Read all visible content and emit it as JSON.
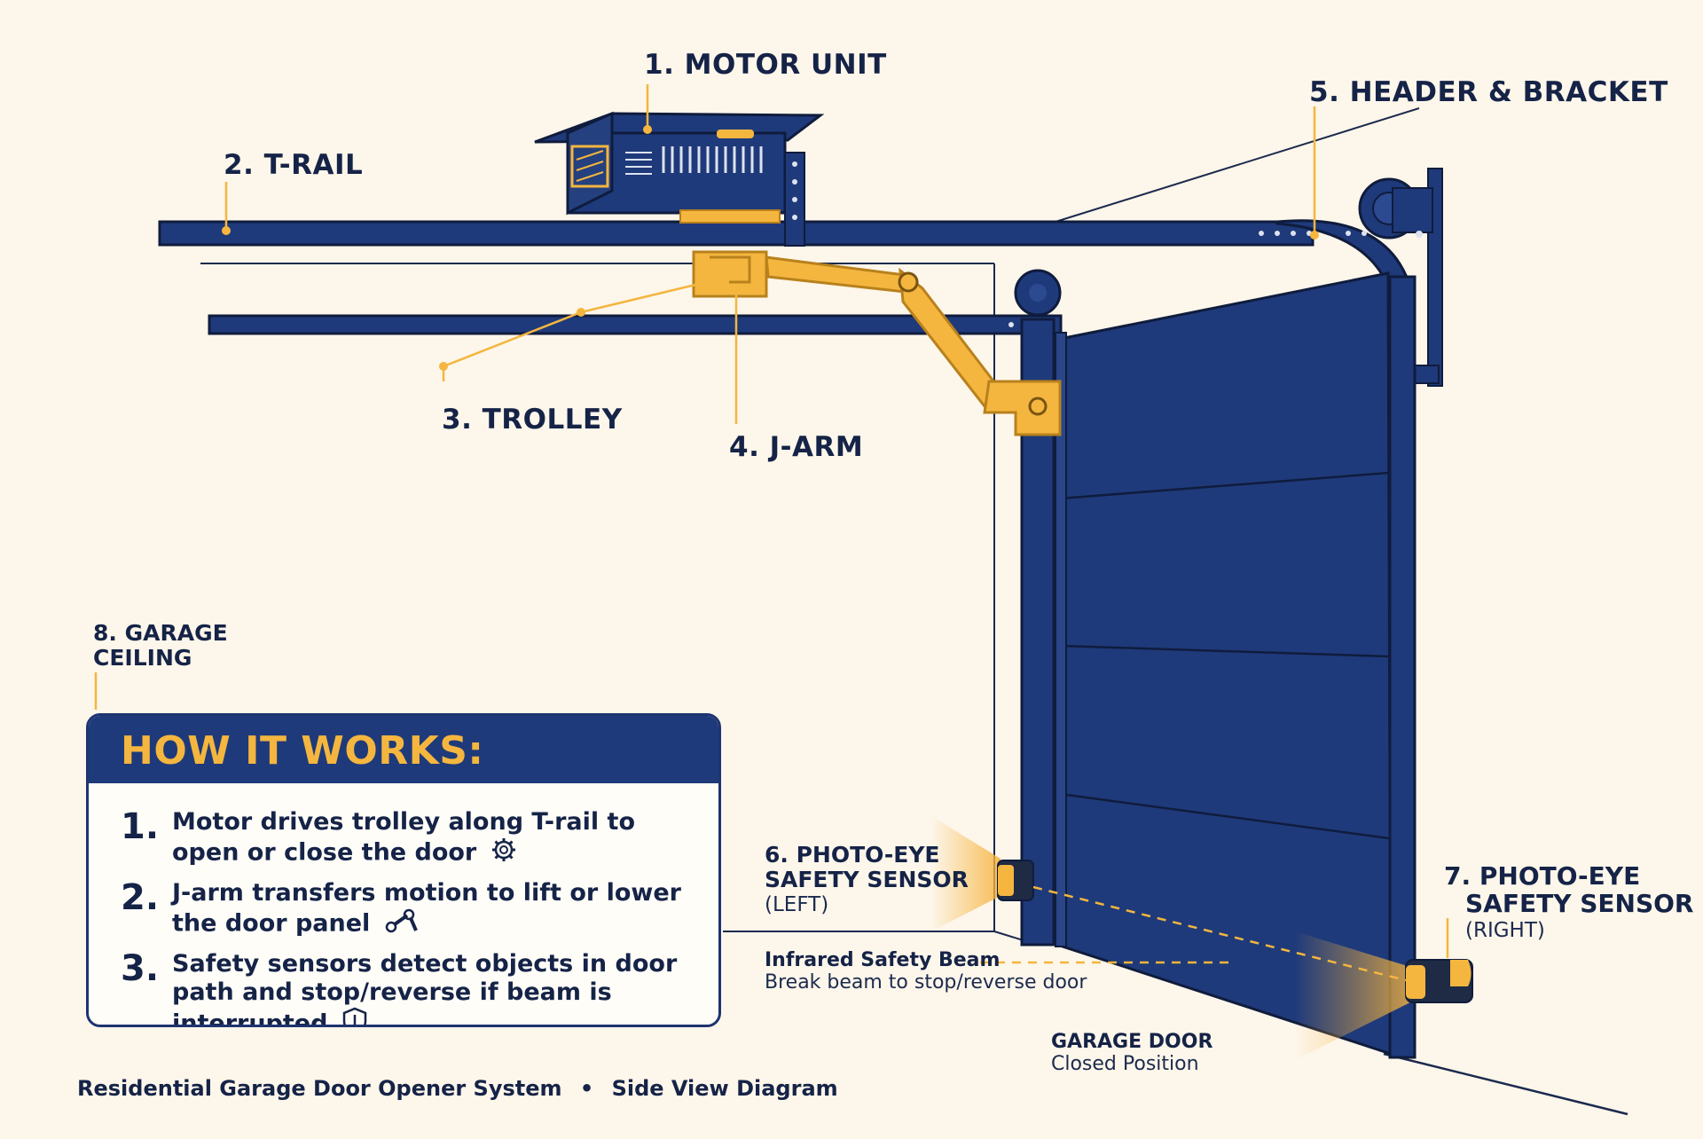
{
  "labels": {
    "motor": "1. MOTOR UNIT",
    "trail": "2. T-RAIL",
    "trolley": "3. TROLLEY",
    "jarm": "4. J-ARM",
    "header": "5. HEADER & BRACKET",
    "sensor_left": [
      "6. PHOTO-EYE",
      "SAFETY SENSOR",
      "(LEFT)"
    ],
    "sensor_right": [
      "7. PHOTO-EYE",
      "SAFETY SENSOR",
      "(RIGHT)"
    ],
    "ceiling": [
      "8. GARAGE",
      "CEILING"
    ],
    "beam_title": "Infrared Safety Beam",
    "beam_sub": "Break beam to stop/reverse door",
    "door_title": "GARAGE DOOR",
    "door_sub": "Closed Position"
  },
  "how": {
    "title": "HOW IT WORKS:",
    "steps": [
      {
        "num": "1.",
        "text": "Motor drives trolley along T-rail to open or close the door",
        "icon": "gear-icon"
      },
      {
        "num": "2.",
        "text": "J-arm transfers motion to lift or lower the door panel",
        "icon": "wrench-arm-icon"
      },
      {
        "num": "3.",
        "text": "Safety sensors detect objects in door path and stop/reverse if beam is interrupted",
        "icon": "shield-icon"
      }
    ]
  },
  "footer": {
    "left": "Residential Garage Door Opener System",
    "sep": "•",
    "right": "Side View Diagram"
  },
  "colors": {
    "navy": "#1f3a7a",
    "navy_dark": "#152347",
    "amber": "#f4b63f",
    "background": "#fdf6ea"
  }
}
